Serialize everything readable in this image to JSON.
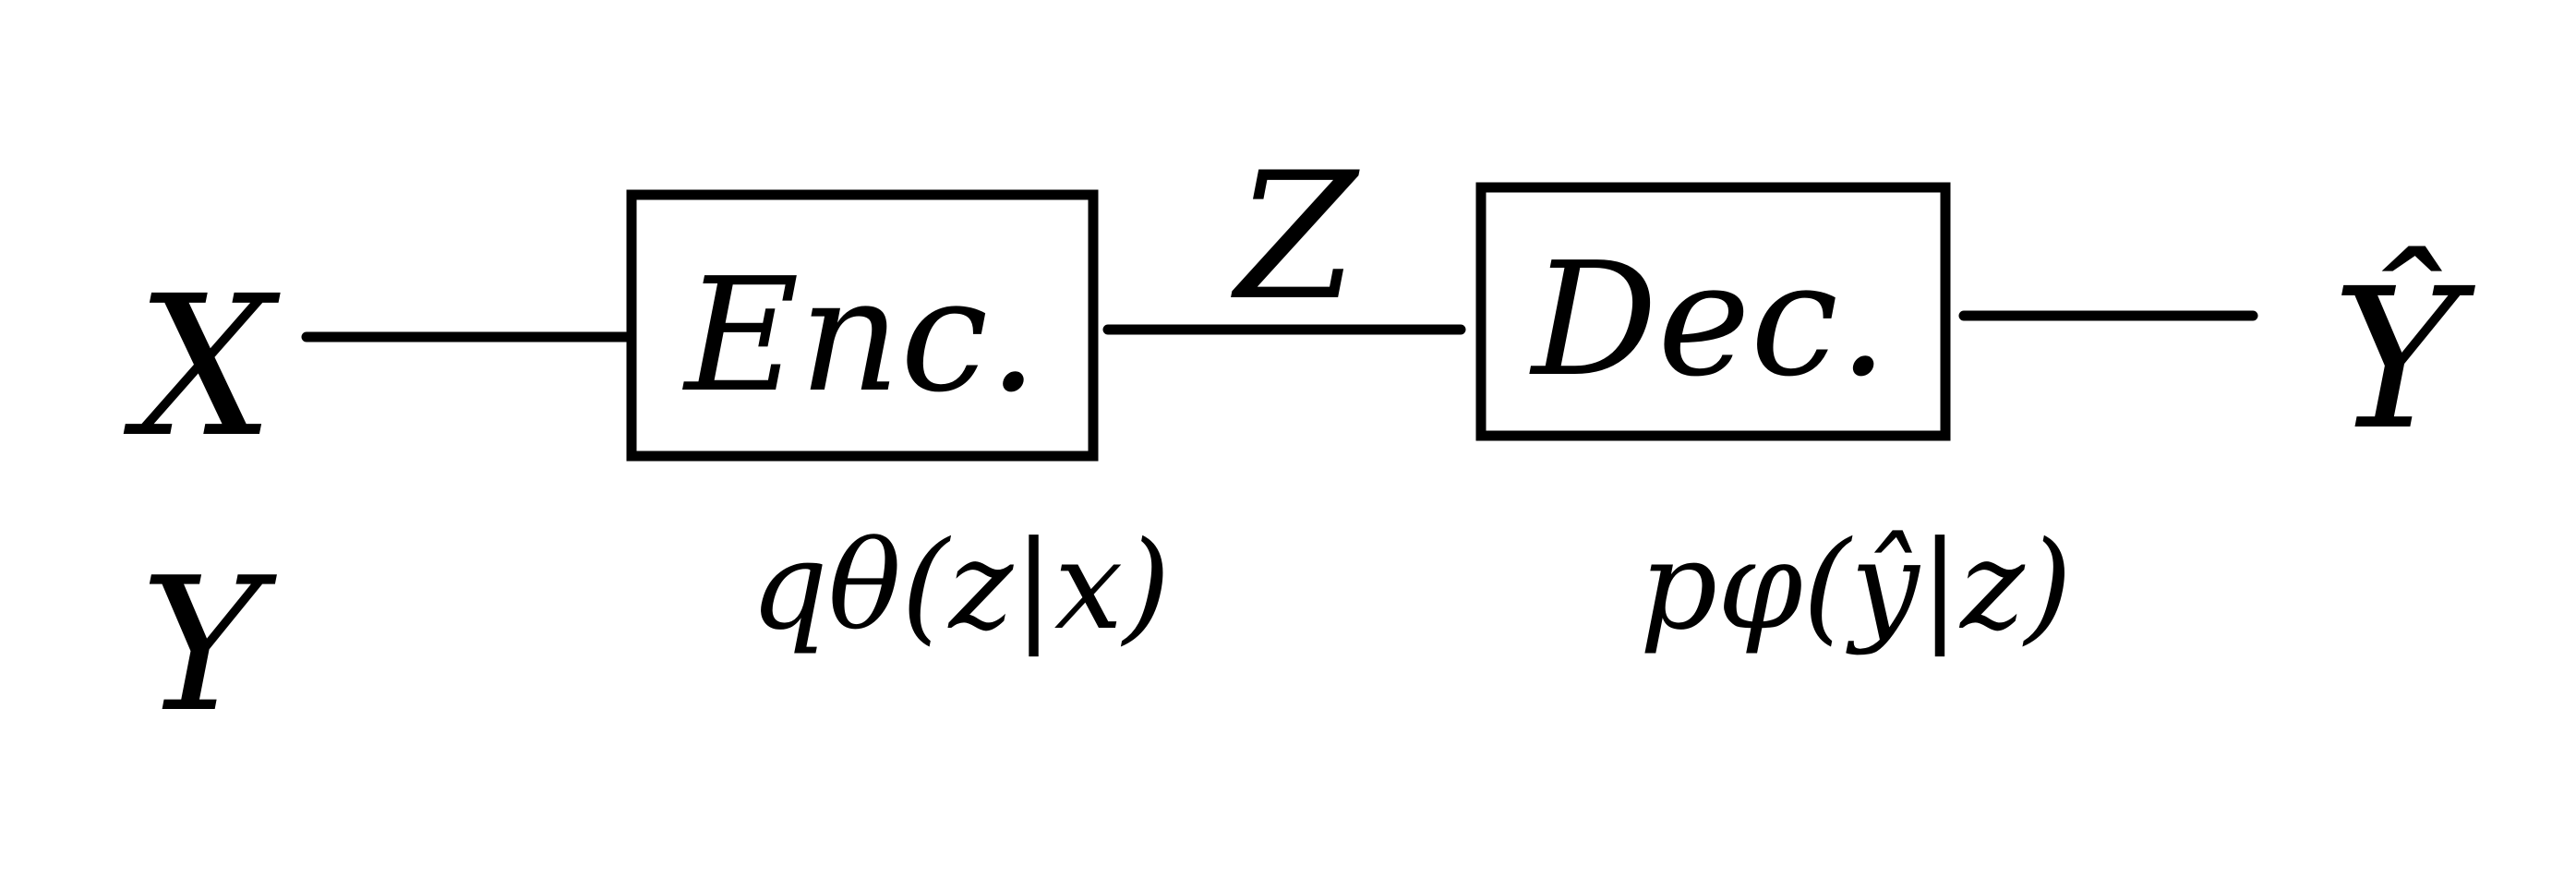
{
  "inputs": {
    "x_label": "X",
    "y_label": "Y"
  },
  "latent": {
    "label": "Z"
  },
  "encoder": {
    "label": "Enc.",
    "distribution": "qθ(z|x)"
  },
  "decoder": {
    "label": "Dec.",
    "distribution": "pφ(ŷ|z)"
  },
  "output": {
    "label": "Ŷ"
  },
  "colors": {
    "ink": "#000000",
    "background": "#ffffff"
  }
}
